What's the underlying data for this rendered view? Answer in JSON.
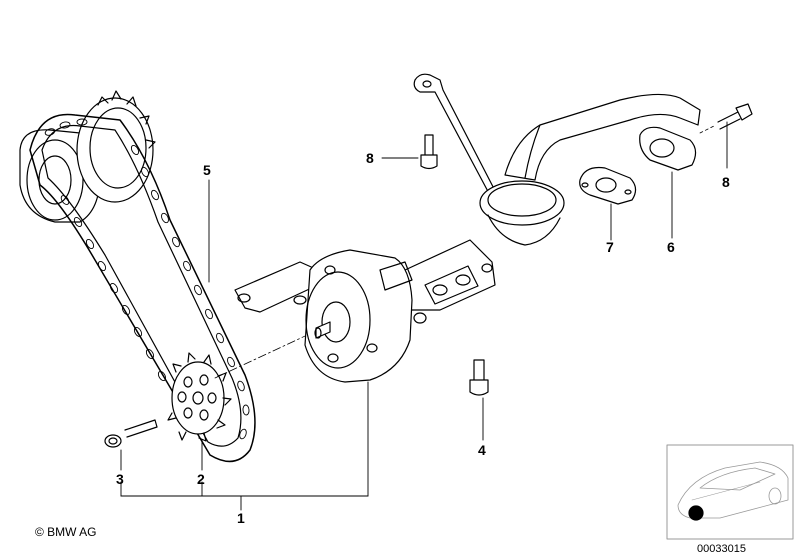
{
  "callouts": {
    "c1": "1",
    "c2": "2",
    "c3": "3",
    "c4": "4",
    "c5": "5",
    "c6": "6",
    "c7": "7",
    "c8_left": "8",
    "c8_right": "8"
  },
  "footer": {
    "copyright": "© BMW AG",
    "image_number": "00033015"
  },
  "colors": {
    "line": "#000000",
    "background": "#ffffff",
    "thumb_border": "#999999"
  }
}
